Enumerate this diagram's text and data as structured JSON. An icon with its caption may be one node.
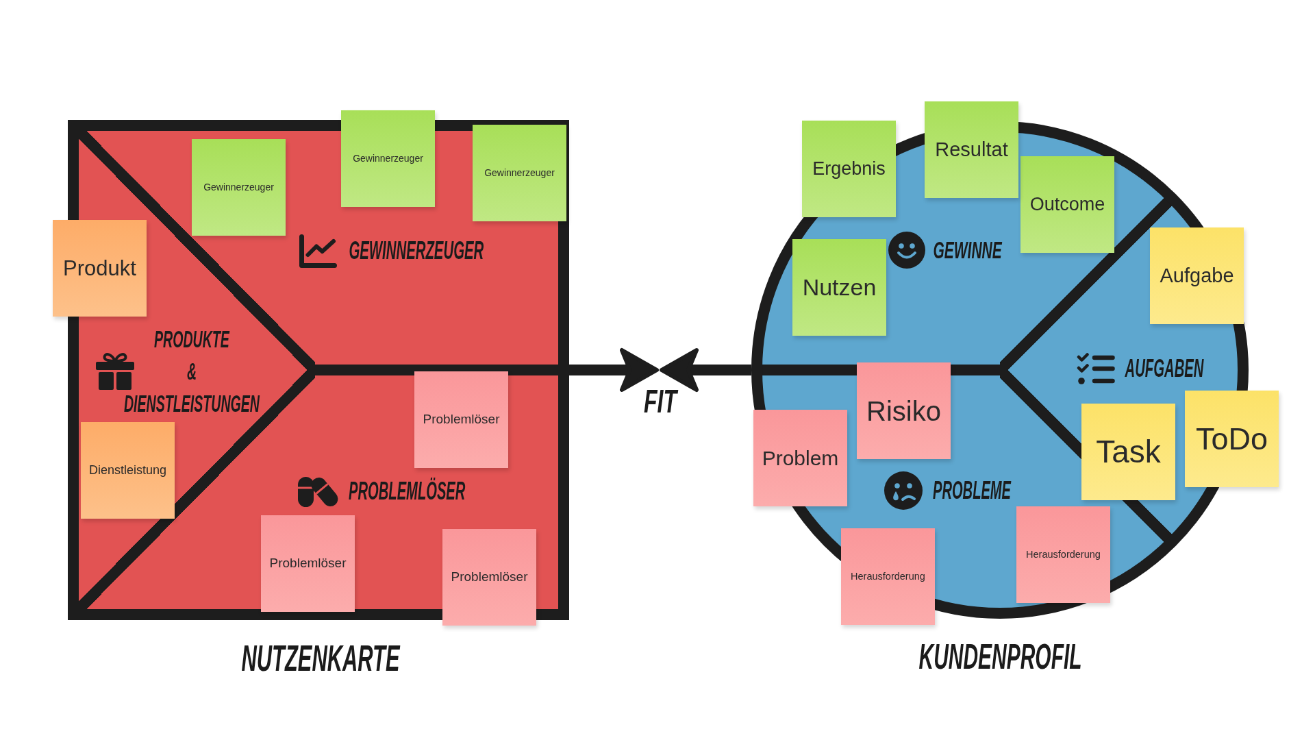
{
  "diagram": {
    "nodes": [
      {
        "text": [
          "GEWINNERZEUGER",
          "PRODUKTE & DIENSTLEISTUNGEN",
          "PROBLEMLÖSER",
          "NUTZENKARTE"
        ]
      },
      {
        "text": [
          "Produkt"
        ]
      },
      {
        "text": [
          "Gewinnerzeuger"
        ],
        "in": 0
      },
      {
        "text": [
          "Gewinnerzeuger"
        ]
      },
      {
        "text": [
          "Gewinnerzeuger"
        ],
        "in": 0
      },
      {
        "text": [
          "Dienstleistung"
        ],
        "in": 0
      },
      {
        "text": [
          "Problemlöser"
        ],
        "in": 0
      },
      {
        "text": [
          "Problemlöser"
        ],
        "in": 0
      },
      {
        "text": [
          "Problemlöser"
        ],
        "in": 0
      },
      {
        "text": [
          "FIT"
        ]
      },
      {
        "text": [
          "GEWINNE",
          "AUFGABEN",
          "PROBLEME",
          "KUNDENPROFIL"
        ]
      },
      {
        "text": [
          "Ergebnis"
        ],
        "in": 10
      },
      {
        "text": [
          "Resultat"
        ]
      },
      {
        "text": [
          "Outcome"
        ],
        "in": 10
      },
      {
        "text": [
          "Nutzen"
        ],
        "in": 10
      },
      {
        "text": [
          "Aufgabe"
        ],
        "in": 10
      },
      {
        "text": [
          "Risiko"
        ],
        "in": 10
      },
      {
        "text": [
          "Problem"
        ],
        "in": 10
      },
      {
        "text": [
          "Task"
        ],
        "in": 10
      },
      {
        "text": [
          "ToDo"
        ]
      },
      {
        "text": [
          "Herausforderung"
        ],
        "in": 10
      },
      {
        "text": [
          "Herausforderung"
        ],
        "in": 10
      }
    ],
    "edges": [
      {
        "from": 0,
        "to": 9,
        "arrow": "to"
      },
      {
        "from": 10,
        "to": 9,
        "arrow": "to"
      }
    ]
  }
}
